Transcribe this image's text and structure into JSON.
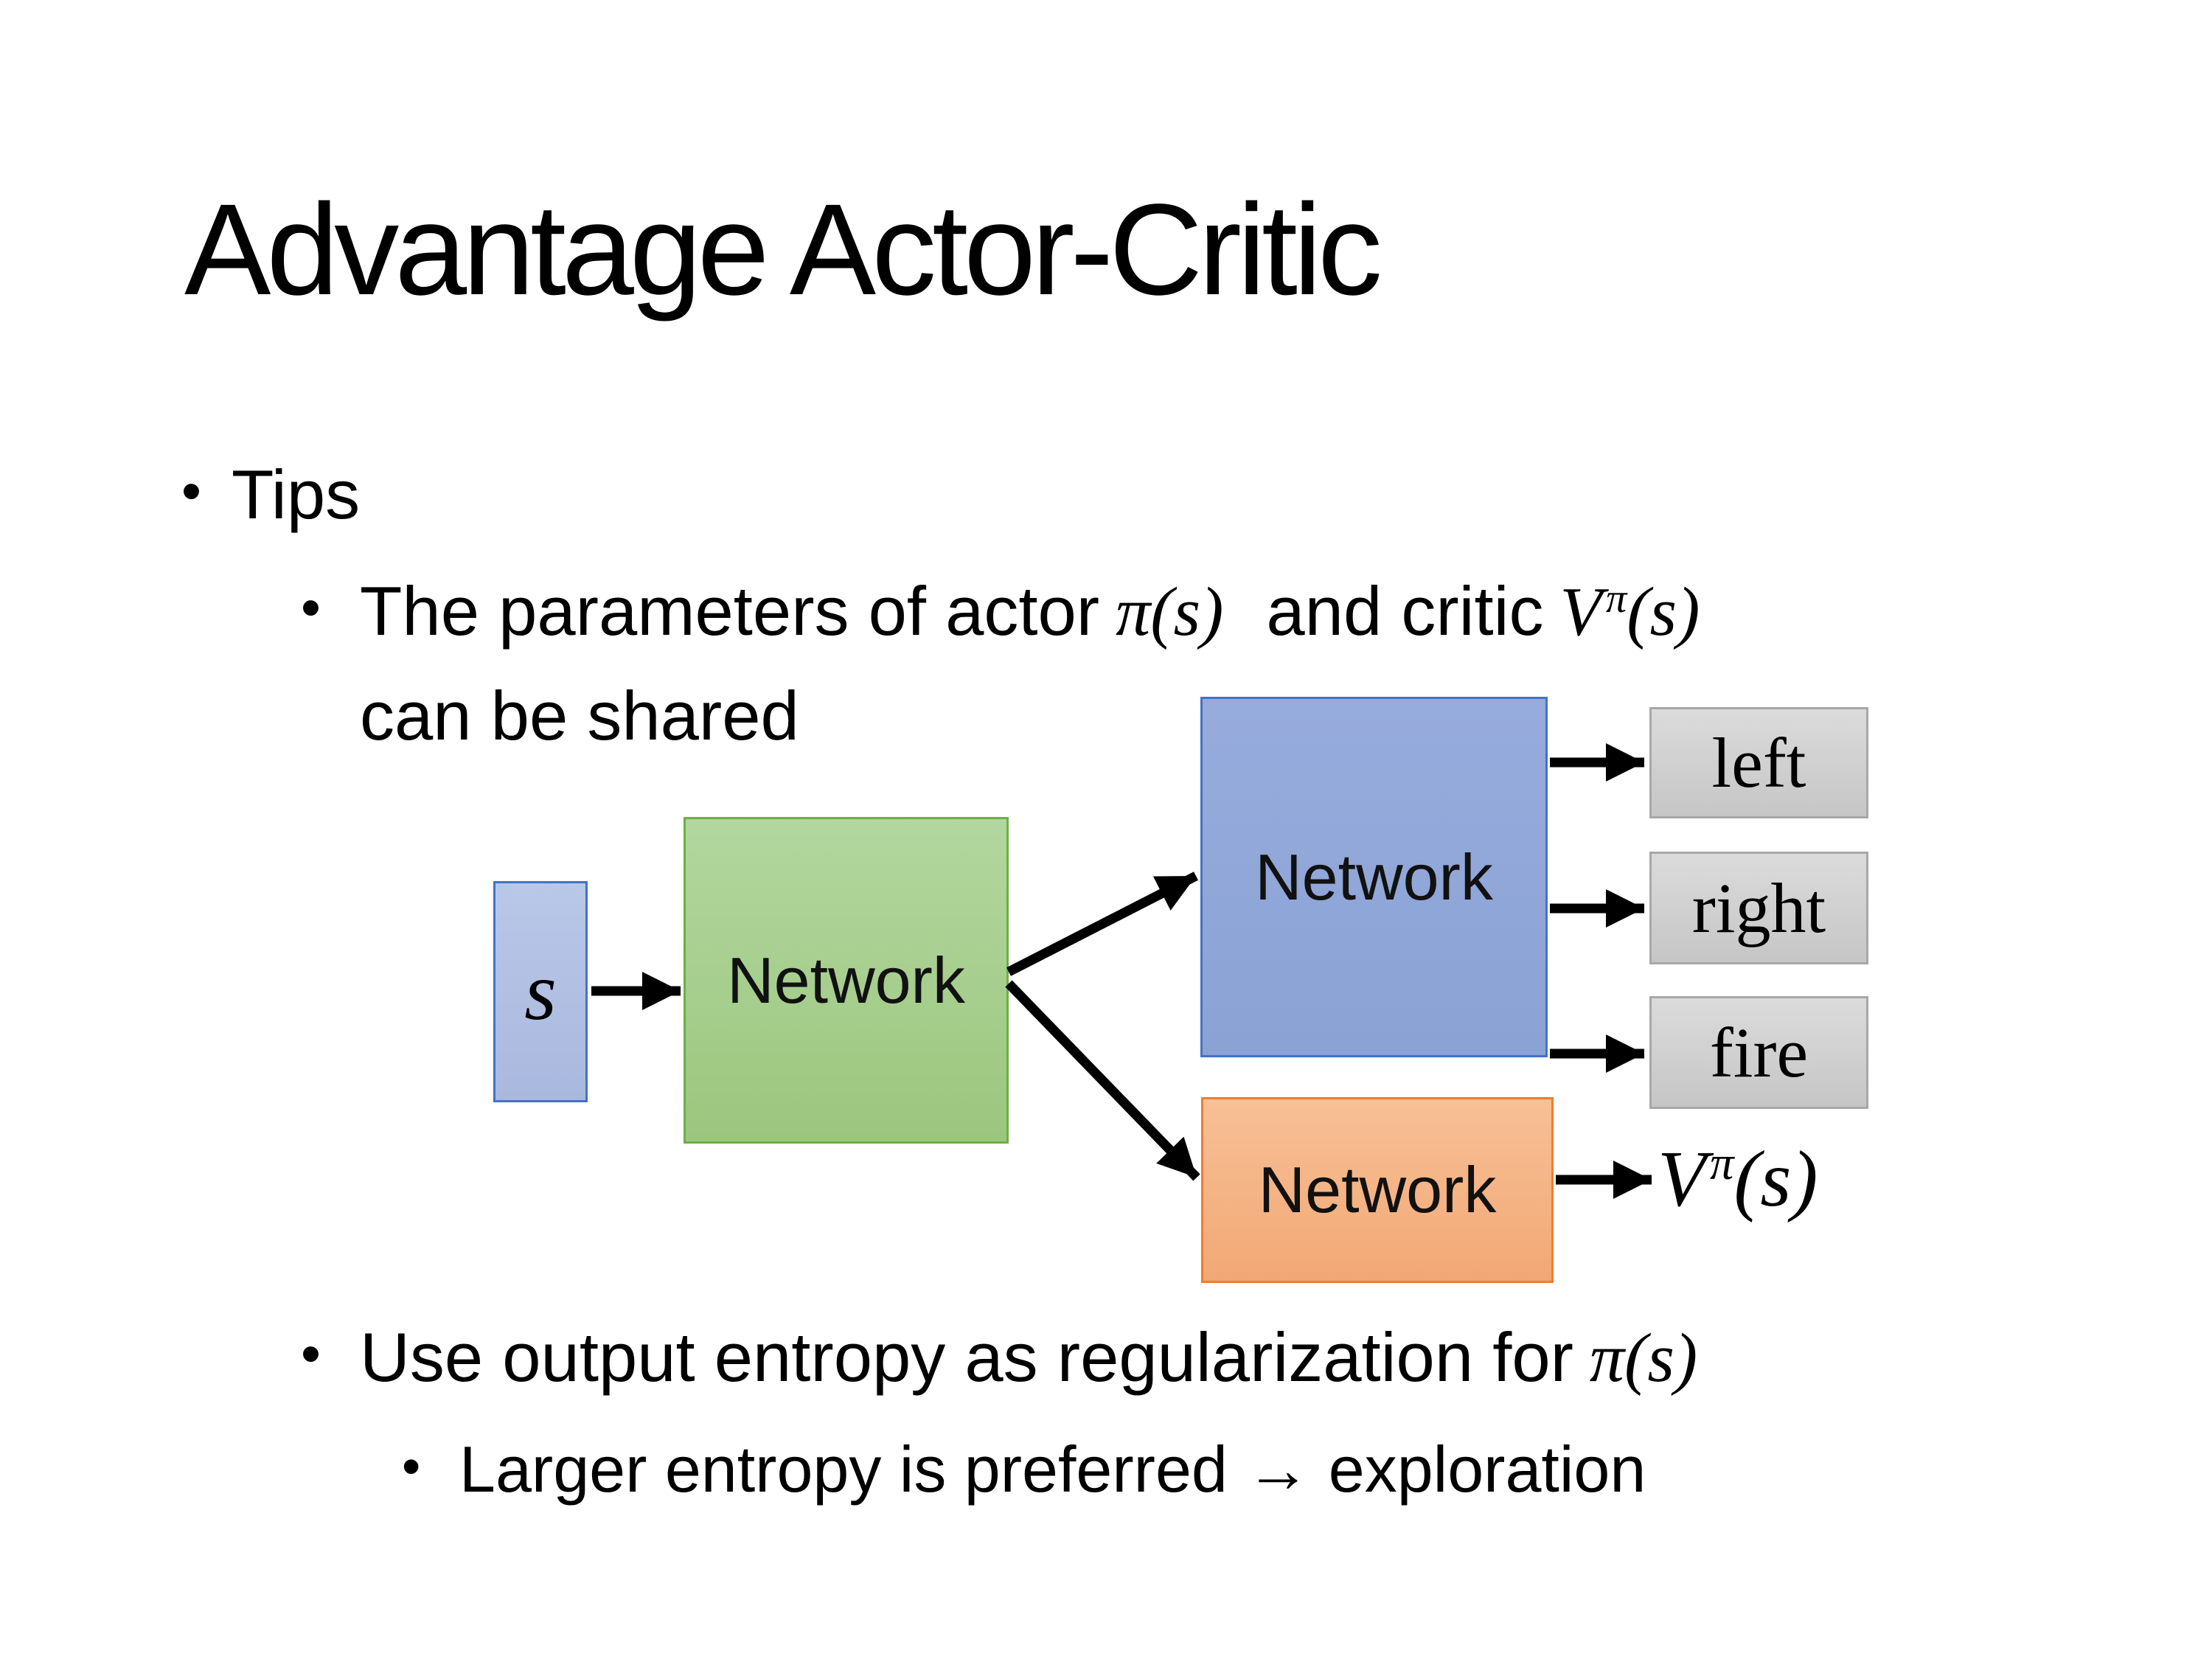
{
  "slide": {
    "title": "Advantage Actor-Critic",
    "bullets": {
      "marker": "•",
      "tips": "Tips",
      "param_prefix": "The parameters of actor",
      "param_mid": "and critic",
      "param_line2": "can be shared",
      "entropy_prefix": "Use output entropy as regularization for",
      "exploration": "Larger entropy is preferred → exploration"
    },
    "math": {
      "pi_of_s": "π(s)",
      "v": "V",
      "pi_sup": "π",
      "of_s": "(s)",
      "state": "s"
    },
    "diagram": {
      "state_label": "s",
      "shared_network_label": "Network",
      "actor_network_label": "Network",
      "critic_network_label": "Network",
      "actions": [
        "left",
        "right",
        "fire"
      ]
    },
    "colors": {
      "state_box_fill": "#b4c7e7",
      "state_box_border": "#4472c4",
      "shared_box_fill": "#a9d18e",
      "shared_box_border": "#70ad47",
      "actor_box_fill": "#8faadc",
      "actor_box_border": "#4472c4",
      "critic_box_fill": "#f4b183",
      "critic_box_border": "#ed7d31",
      "action_box_fill": "#d2d2d2",
      "action_box_border": "#a6a6a6",
      "arrow": "#000000",
      "background": "#ffffff",
      "text": "#000000"
    }
  }
}
